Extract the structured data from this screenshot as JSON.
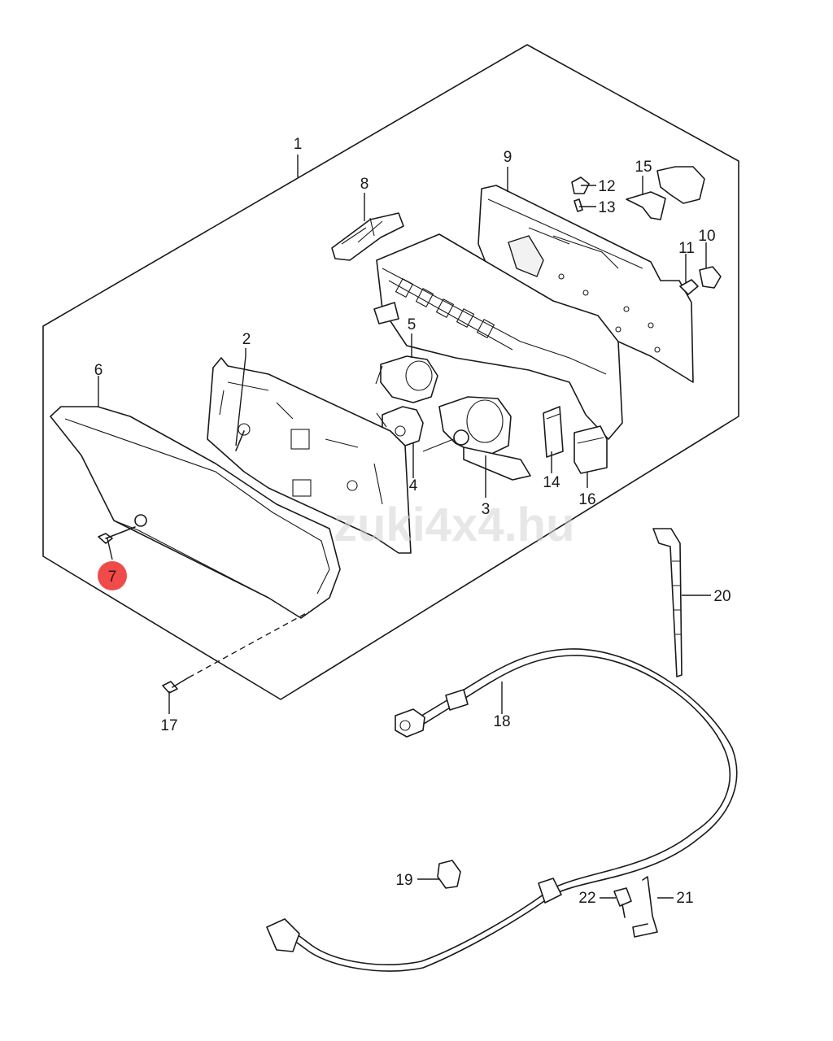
{
  "watermark": "zuki4x4.hu",
  "highlight": {
    "label": "7",
    "color": "#f04a4a"
  },
  "callouts": {
    "c1": "1",
    "c2": "2",
    "c3": "3",
    "c4": "4",
    "c5": "5",
    "c6": "6",
    "c8": "8",
    "c9": "9",
    "c10": "10",
    "c11": "11",
    "c12": "12",
    "c13": "13",
    "c14": "14",
    "c15": "15",
    "c16": "16",
    "c17": "17",
    "c18": "18",
    "c19": "19",
    "c20": "20",
    "c21": "21",
    "c22": "22"
  }
}
